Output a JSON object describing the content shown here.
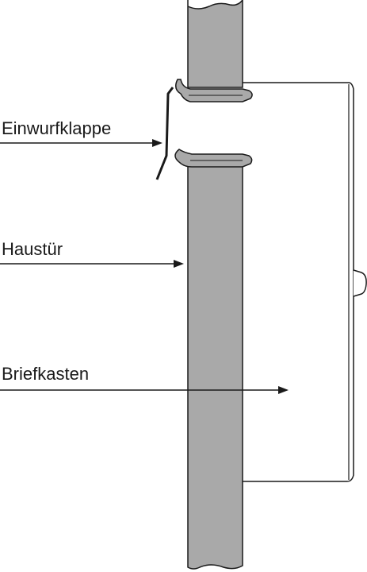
{
  "labels": {
    "flap": "Einwurfklappe",
    "door": "Haustür",
    "mailbox": "Briefkasten"
  },
  "colors": {
    "door_fill": "#a9a9a9",
    "line": "#1a1a1a",
    "background": "#ffffff"
  }
}
